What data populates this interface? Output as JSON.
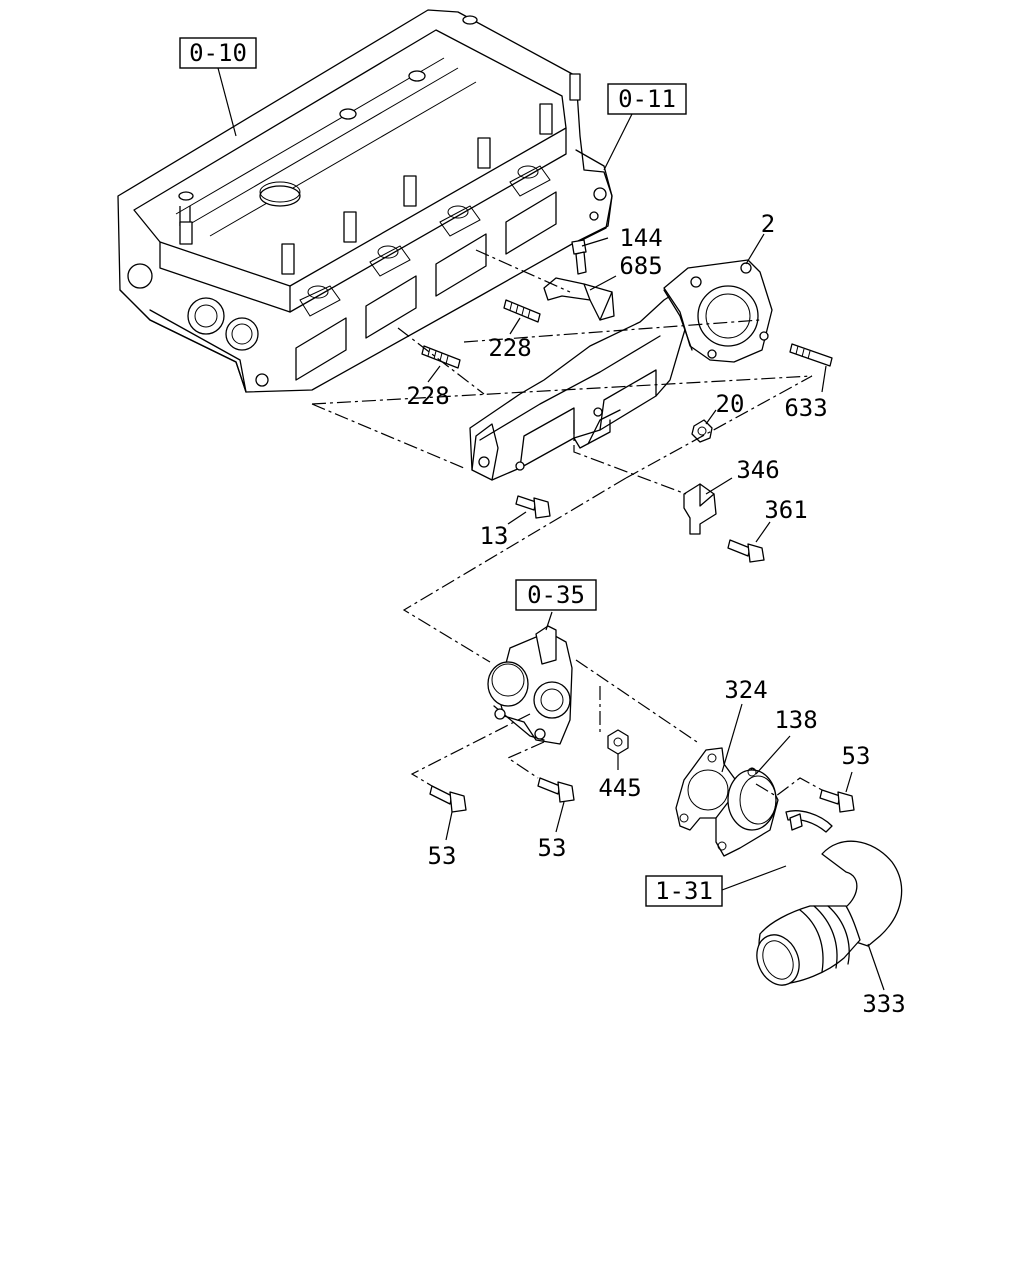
{
  "references": [
    {
      "id": "ref-0-10",
      "text": "0-10"
    },
    {
      "id": "ref-0-11",
      "text": "0-11"
    },
    {
      "id": "ref-0-35",
      "text": "0-35"
    },
    {
      "id": "ref-1-31",
      "text": "1-31"
    }
  ],
  "parts": [
    {
      "id": "part-2",
      "text": "2"
    },
    {
      "id": "part-144",
      "text": "144"
    },
    {
      "id": "part-685",
      "text": "685"
    },
    {
      "id": "part-228-upper",
      "text": "228"
    },
    {
      "id": "part-228-lower",
      "text": "228"
    },
    {
      "id": "part-20",
      "text": "20"
    },
    {
      "id": "part-633",
      "text": "633"
    },
    {
      "id": "part-346",
      "text": "346"
    },
    {
      "id": "part-361",
      "text": "361"
    },
    {
      "id": "part-13",
      "text": "13"
    },
    {
      "id": "part-324",
      "text": "324"
    },
    {
      "id": "part-138",
      "text": "138"
    },
    {
      "id": "part-53-right",
      "text": "53"
    },
    {
      "id": "part-445",
      "text": "445"
    },
    {
      "id": "part-53-left",
      "text": "53"
    },
    {
      "id": "part-53-middle",
      "text": "53"
    },
    {
      "id": "part-333",
      "text": "333"
    }
  ]
}
